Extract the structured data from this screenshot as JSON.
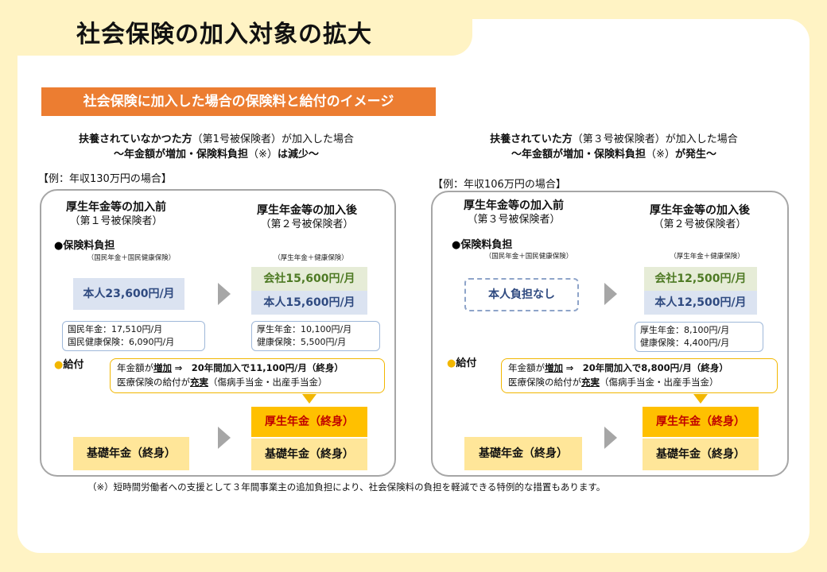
{
  "title": "社会保険の加入対象の拡大",
  "banner": "社会保険に加入した場合の保険料と給付のイメージ",
  "left": {
    "heading1_bold": "扶養されていなかつた方",
    "heading1_rest": "（第1号被保険者）が加入した場合",
    "heading2_pre": "～年金額が増加・保険料負担",
    "heading2_note": "（※）",
    "heading2_post": "は減少～",
    "example": "【例：年収130万円の場合】",
    "before_title": "厚生年金等の加入前",
    "before_sub": "（第１号被保険者）",
    "after_title": "厚生年金等の加入後",
    "after_sub": "（第２号被保険者）",
    "premium_label": "保険料負担",
    "before_small": "（国民年金＋国民健康保険）",
    "after_small": "（厚生年金＋健康保険）",
    "before_amount": "本人23,600円/月",
    "company_amount": "会社15,600円/月",
    "self_amount": "本人15,600円/月",
    "before_detail1": "国民年金：17,510円/月",
    "before_detail2": "国民健康保険：6,090円/月",
    "after_detail1": "厚生年金：10,100円/月",
    "after_detail2": "健康保険：5,500円/月",
    "benefit_label": "給付",
    "callout1_pre": "年金額が",
    "callout1_u": "増加",
    "callout1_post": "⇒　20年間加入で11,100円/月（終身）",
    "callout2_pre": "医療保険の給付が",
    "callout2_u": "充実",
    "callout2_post": "（傷病手当金・出産手当金）",
    "kosei": "厚生年金（終身）",
    "kiso_before": "基礎年金（終身）",
    "kiso_after": "基礎年金（終身）"
  },
  "right": {
    "heading1_bold": "扶養されていた方",
    "heading1_rest": "（第３号被保険者）が加入した場合",
    "heading2_pre": "～年金額が増加・保険料負担",
    "heading2_note": "（※）",
    "heading2_post": "が発生～",
    "example": "【例：年収106万円の場合】",
    "before_title": "厚生年金等の加入前",
    "before_sub": "（第３号被保険者）",
    "after_title": "厚生年金等の加入後",
    "after_sub": "（第２号被保険者）",
    "premium_label": "保険料負担",
    "before_small": "（国民年金＋国民健康保険）",
    "after_small": "（厚生年金＋健康保険）",
    "before_amount": "本人負担なし",
    "company_amount": "会社12,500円/月",
    "self_amount": "本人12,500円/月",
    "after_detail1": "厚生年金：8,100円/月",
    "after_detail2": "健康保険：4,400円/月",
    "benefit_label": "給付",
    "callout1_pre": "年金額が",
    "callout1_u": "増加",
    "callout1_post": "⇒　20年間加入で8,800円/月（終身）",
    "callout2_pre": "医療保険の給付が",
    "callout2_u": "充実",
    "callout2_post": "（傷病手当金・出産手当金）",
    "kosei": "厚生年金（終身）",
    "kiso_before": "基礎年金（終身）",
    "kiso_after": "基礎年金（終身）"
  },
  "footnote": "（※）短時間労働者への支援として３年間事業主の追加負担により、社会保険料の負担を軽減できる特例的な措置もあります。",
  "colors": {
    "background": "#fff3c4",
    "banner": "#ec7d31",
    "kosei": "#ffc000",
    "kiso": "#ffe699",
    "blue_box": "#dbe3f1",
    "green_box": "#e6ecd7"
  }
}
